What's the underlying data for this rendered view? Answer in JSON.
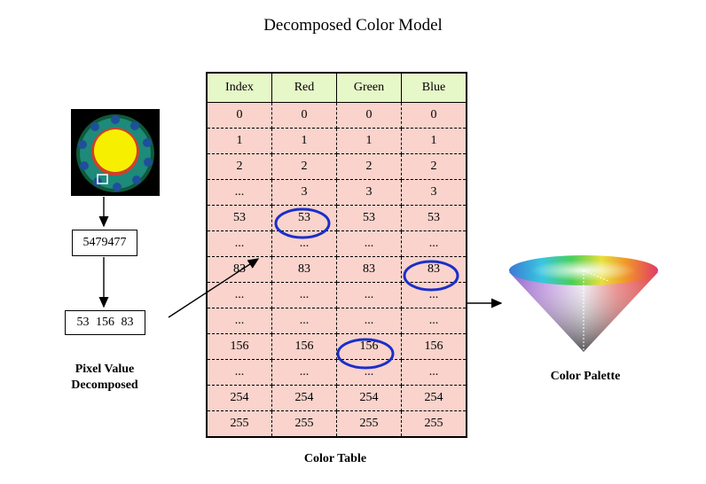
{
  "title": "Decomposed Color Model",
  "pixel_value": "5479477",
  "decomposed_value": "53  156  83",
  "captions": {
    "pixel": "Pixel Value Decomposed",
    "table": "Color Table",
    "palette": "Color Palette"
  },
  "table": {
    "headers": [
      "Index",
      "Red",
      "Green",
      "Blue"
    ],
    "rows": [
      [
        "0",
        "0",
        "0",
        "0"
      ],
      [
        "1",
        "1",
        "1",
        "1"
      ],
      [
        "2",
        "2",
        "2",
        "2"
      ],
      [
        "...",
        "3",
        "3",
        "3"
      ],
      [
        "53",
        "53",
        "53",
        "53"
      ],
      [
        "...",
        "...",
        "...",
        "..."
      ],
      [
        "83",
        "83",
        "83",
        "83"
      ],
      [
        "...",
        "...",
        "...",
        "..."
      ],
      [
        "...",
        "...",
        "...",
        "..."
      ],
      [
        "156",
        "156",
        "156",
        "156"
      ],
      [
        "...",
        "...",
        "...",
        "..."
      ],
      [
        "254",
        "254",
        "254",
        "254"
      ],
      [
        "255",
        "255",
        "255",
        "255"
      ]
    ],
    "highlighted": [
      {
        "row": 4,
        "col": 1,
        "value": "53"
      },
      {
        "row": 6,
        "col": 3,
        "value": "83"
      },
      {
        "row": 9,
        "col": 2,
        "value": "156"
      }
    ]
  },
  "colors": {
    "header_bg": "#e6f7c8",
    "cell_bg": "#f9d3cc",
    "highlight_ring": "#1a2fc8"
  }
}
